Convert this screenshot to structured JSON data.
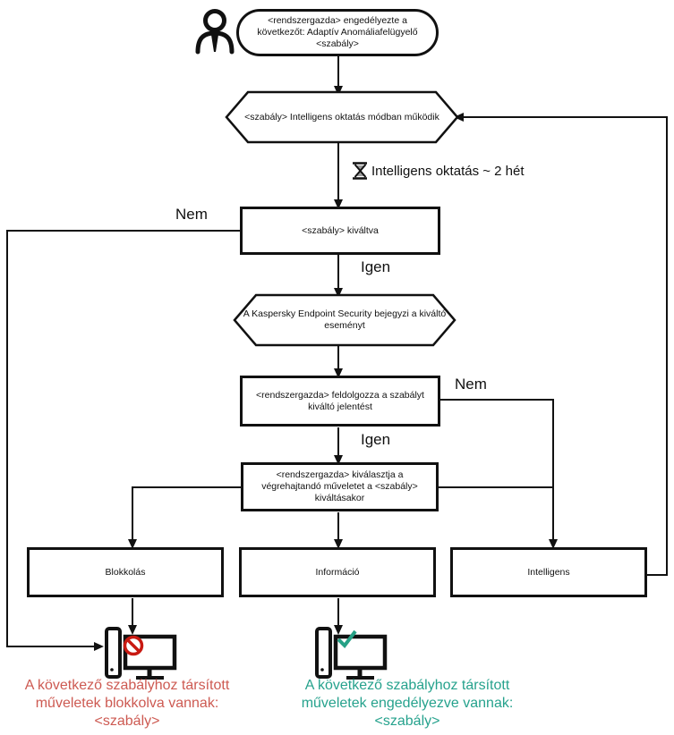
{
  "diagram": {
    "nodes": {
      "start": {
        "lines": [
          "<rendszergazda> engedélyezte a",
          "következőt: Adaptív Anomáliafelügyelő",
          "<szabály>"
        ]
      },
      "training_mode": {
        "text": "<szabály> Intelligens oktatás módban működik"
      },
      "training_duration": {
        "text": "Intelligens oktatás ~ 2 hét"
      },
      "rule_triggered": {
        "text": "<szabály> kiváltva"
      },
      "event_logged": {
        "lines": [
          "A Kaspersky Endpoint Security bejegyzi a kiváltó",
          "eseményt"
        ]
      },
      "report_processed": {
        "lines": [
          "<rendszergazda> feldolgozza a szabályt",
          "kiváltó jelentést"
        ]
      },
      "action_selected": {
        "lines": [
          "<rendszergazda> kiválasztja a",
          "végrehajtandó műveletet a <szabály>",
          "kiváltásakor"
        ]
      },
      "action_blocking": {
        "text": "Blokkolás"
      },
      "action_info": {
        "text": "Információ"
      },
      "action_smart": {
        "text": "Intelligens"
      }
    },
    "edge_labels": {
      "no_left": "Nem",
      "yes_top": "Igen",
      "no_right": "Nem",
      "yes_bottom": "Igen"
    },
    "results": {
      "blocked": {
        "lines": [
          "A következő szabályhoz társított",
          "műveletek blokkolva vannak:",
          "<szabály>"
        ],
        "color": "#cd5a52"
      },
      "allowed": {
        "lines": [
          "A következő szabályhoz társított",
          "műveletek engedélyezve vannak:",
          "<szabály>"
        ],
        "color": "#26a28d"
      }
    },
    "icons": {
      "admin": "user-icon",
      "timer": "hourglass-icon",
      "blocked": "computer-prohibition-icon",
      "allowed": "computer-checkmark-icon"
    },
    "colors": {
      "line": "#111111",
      "prohibition": "#c81a12",
      "checkmark": "#26a186"
    }
  }
}
